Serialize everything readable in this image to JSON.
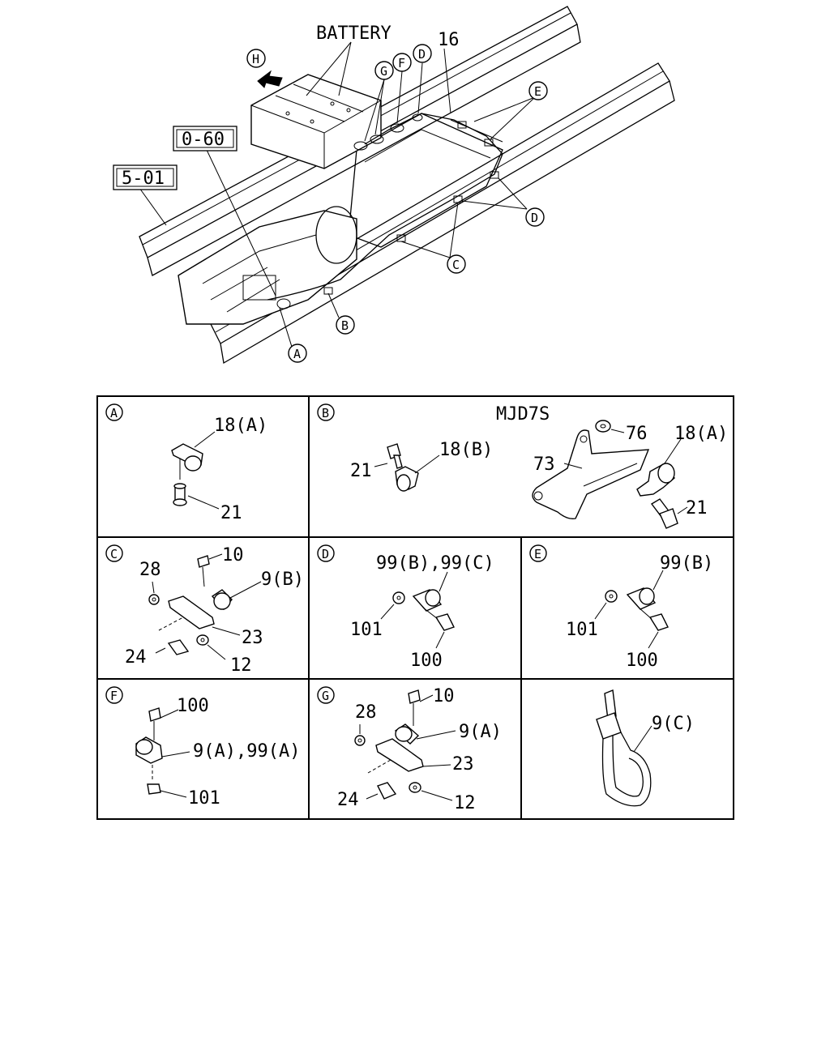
{
  "overview": {
    "battery_label": "BATTERY",
    "ref_boxes": [
      "0-60",
      "5-01"
    ],
    "part_labels": [
      "16"
    ],
    "callouts": [
      "H",
      "G",
      "F",
      "D",
      "E",
      "D",
      "C",
      "B",
      "A"
    ]
  },
  "panels": [
    {
      "letter": "A",
      "labels": [
        "18(A)",
        "21"
      ]
    },
    {
      "letter": "B",
      "code": "MJD7S",
      "labels": [
        "21",
        "18(B)",
        "76",
        "18(A)",
        "73",
        "21"
      ]
    },
    {
      "letter": "C",
      "labels": [
        "28",
        "10",
        "9(B)",
        "23",
        "24",
        "12"
      ]
    },
    {
      "letter": "D",
      "labels": [
        "99(B),99(C)",
        "101",
        "100"
      ]
    },
    {
      "letter": "E",
      "labels": [
        "99(B)",
        "101",
        "100"
      ]
    },
    {
      "letter": "F",
      "labels": [
        "100",
        "9(A),99(A)",
        "101"
      ]
    },
    {
      "letter": "G",
      "labels": [
        "28",
        "10",
        "9(A)",
        "23",
        "24",
        "12"
      ]
    },
    {
      "letter": "",
      "labels": [
        "9(C)"
      ]
    }
  ]
}
